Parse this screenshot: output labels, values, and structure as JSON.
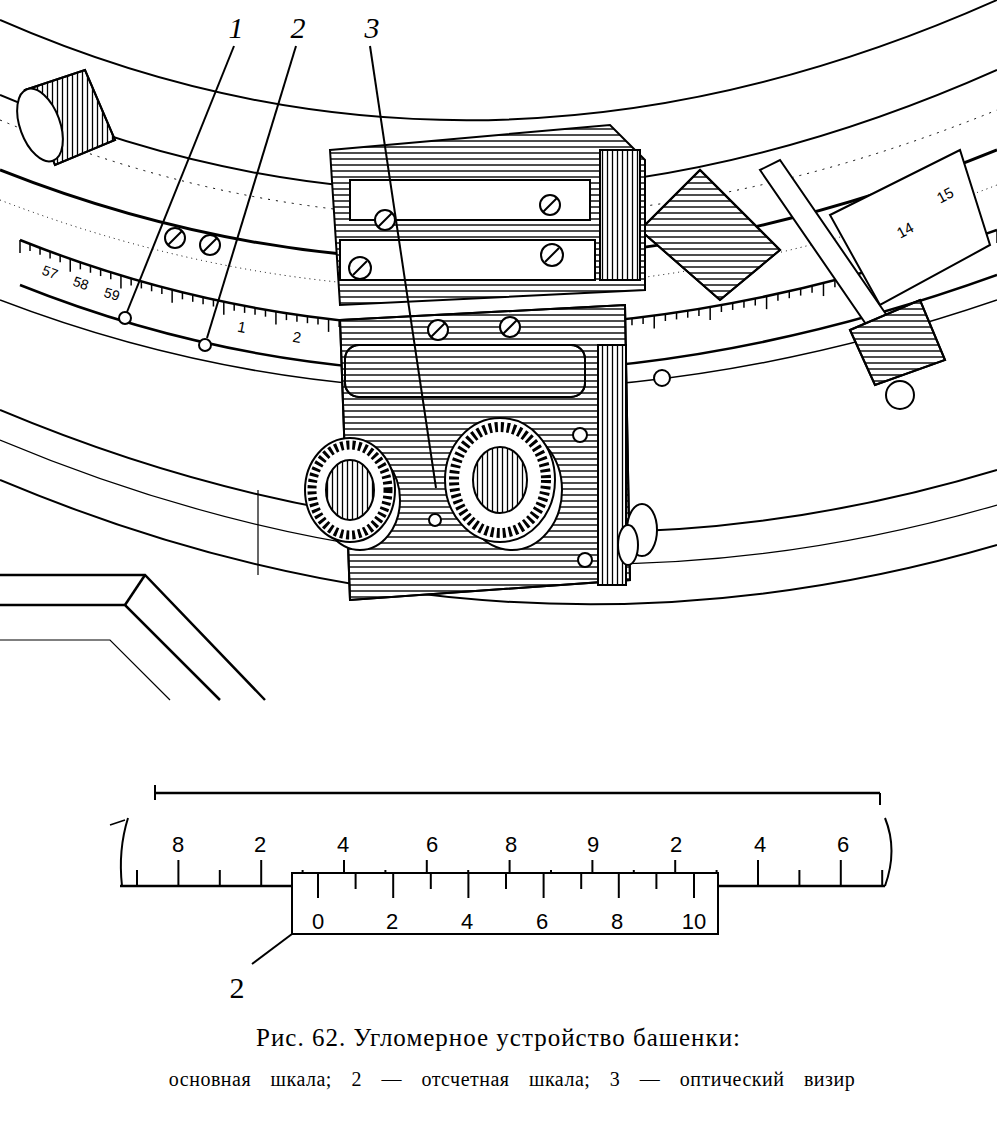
{
  "diagram": {
    "caption": "Рис. 62. Угломерное устройство башенки:",
    "nodes": [
      {
        "text": [
          "8",
          "2",
          "4",
          "6",
          "8",
          "9",
          "2",
          "4",
          "6"
        ]
      },
      {
        "text": [
          "0",
          "2",
          "4",
          "6",
          "8",
          "10"
        ]
      }
    ],
    "labels": [
      "1",
      "2",
      "3",
      "57",
      "58",
      "59",
      "1",
      "2",
      "14",
      "15",
      "2",
      "основная шкала; 2 — отсчетная шкала; 3 — оптический визир"
    ]
  }
}
